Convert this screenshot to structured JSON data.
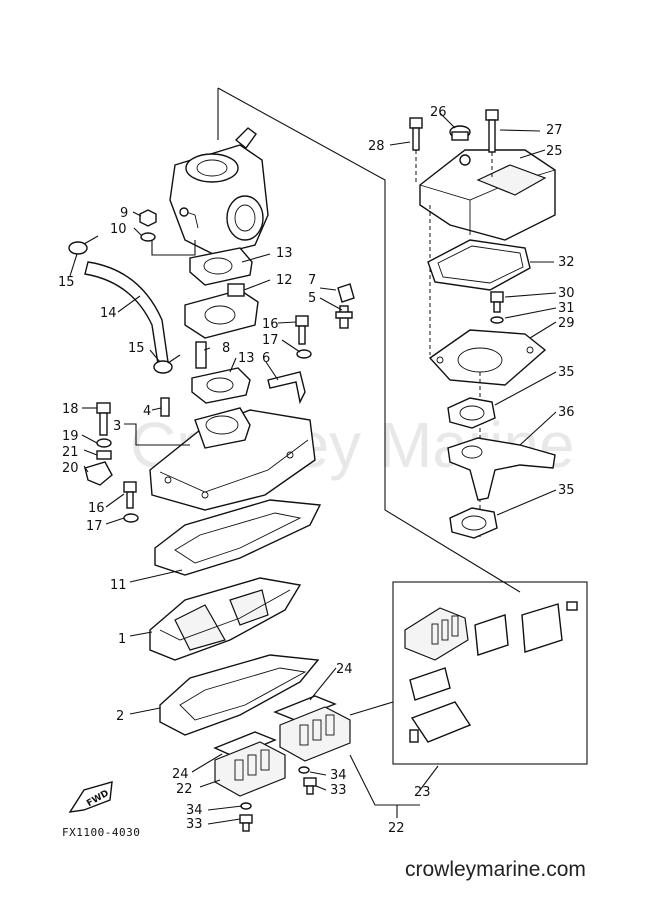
{
  "diagram": {
    "code": "FX1100-4030",
    "website": "crowleymarine.com",
    "watermark": "Crowley Marine",
    "fwd_text": "FWD",
    "callouts": [
      {
        "id": "c1",
        "text": "1"
      },
      {
        "id": "c2",
        "text": "2"
      },
      {
        "id": "c3",
        "text": "3"
      },
      {
        "id": "c4",
        "text": "4"
      },
      {
        "id": "c5",
        "text": "5"
      },
      {
        "id": "c6",
        "text": "6"
      },
      {
        "id": "c7",
        "text": "7"
      },
      {
        "id": "c8",
        "text": "8"
      },
      {
        "id": "c9",
        "text": "9"
      },
      {
        "id": "c10",
        "text": "10"
      },
      {
        "id": "c11",
        "text": "11"
      },
      {
        "id": "c12",
        "text": "12"
      },
      {
        "id": "c13a",
        "text": "13"
      },
      {
        "id": "c13b",
        "text": "13"
      },
      {
        "id": "c14",
        "text": "14"
      },
      {
        "id": "c15a",
        "text": "15"
      },
      {
        "id": "c15b",
        "text": "15"
      },
      {
        "id": "c16a",
        "text": "16"
      },
      {
        "id": "c16b",
        "text": "16"
      },
      {
        "id": "c17a",
        "text": "17"
      },
      {
        "id": "c17b",
        "text": "17"
      },
      {
        "id": "c18",
        "text": "18"
      },
      {
        "id": "c19",
        "text": "19"
      },
      {
        "id": "c20",
        "text": "20"
      },
      {
        "id": "c21",
        "text": "21"
      },
      {
        "id": "c22a",
        "text": "22"
      },
      {
        "id": "c22b",
        "text": "22"
      },
      {
        "id": "c23",
        "text": "23"
      },
      {
        "id": "c24a",
        "text": "24"
      },
      {
        "id": "c24b",
        "text": "24"
      },
      {
        "id": "c25",
        "text": "25"
      },
      {
        "id": "c26",
        "text": "26"
      },
      {
        "id": "c27",
        "text": "27"
      },
      {
        "id": "c28",
        "text": "28"
      },
      {
        "id": "c29",
        "text": "29"
      },
      {
        "id": "c30",
        "text": "30"
      },
      {
        "id": "c31",
        "text": "31"
      },
      {
        "id": "c32",
        "text": "32"
      },
      {
        "id": "c33a",
        "text": "33"
      },
      {
        "id": "c33b",
        "text": "33"
      },
      {
        "id": "c34a",
        "text": "34"
      },
      {
        "id": "c34b",
        "text": "34"
      },
      {
        "id": "c35a",
        "text": "35"
      },
      {
        "id": "c35b",
        "text": "35"
      },
      {
        "id": "c36",
        "text": "36"
      }
    ]
  }
}
